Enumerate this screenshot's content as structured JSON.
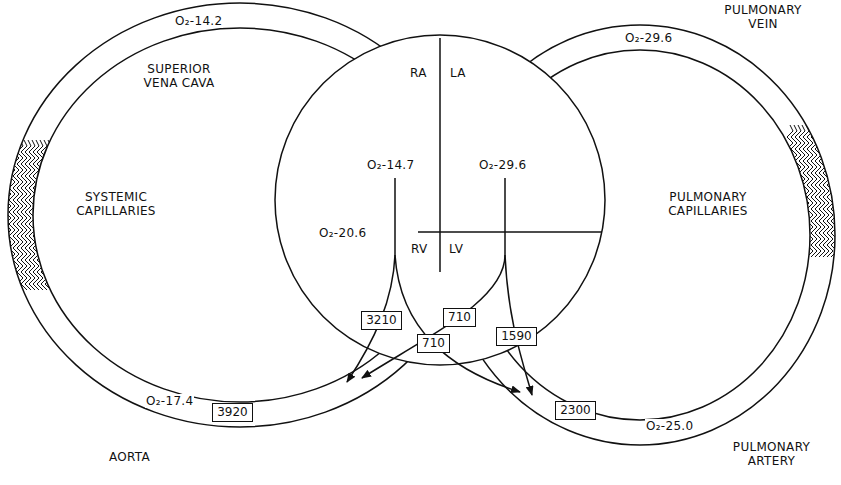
{
  "diagram": {
    "nodes": [
      {
        "text": [
          "3210"
        ]
      },
      {
        "text": [
          "710"
        ]
      },
      {
        "text": [
          "1590"
        ]
      },
      {
        "text": [
          "710"
        ]
      },
      {
        "text": [
          "3920"
        ]
      },
      {
        "text": [
          "2300"
        ]
      }
    ],
    "labels": [
      "O₂-14.2",
      "SUPERIOR VENA CAVA",
      "PULMONARY VEIN",
      "RA",
      "LA",
      "O₂-29.6",
      "SYSTEMIC CAPILLARIES",
      "O₂-14.7",
      "O₂-29.6",
      "PULMONARY CAPILLARIES",
      "O₂-20.6",
      "RV",
      "LV",
      "O₂-17.4",
      "O₂-25.0",
      "AORTA",
      "PULMONARY ARTERY"
    ]
  }
}
